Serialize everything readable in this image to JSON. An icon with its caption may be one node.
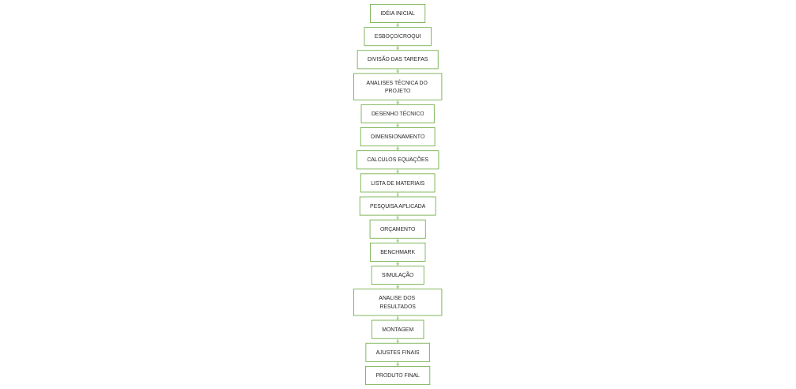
{
  "diagram": {
    "nodes": [
      {
        "text": [
          "IDÉIA INICIAL"
        ]
      },
      {
        "text": [
          "ESBOÇO/CROQUI"
        ]
      },
      {
        "text": [
          "DIVISÃO DAS TAREFAS"
        ]
      },
      {
        "text": [
          "ANALISES TÉCNICA DO PROJETO"
        ]
      },
      {
        "text": [
          "DESENHO TÉCNICO"
        ]
      },
      {
        "text": [
          "DIMENSIONAMENTO"
        ]
      },
      {
        "text": [
          "CALCULOS EQUAÇÕES"
        ]
      },
      {
        "text": [
          "LISTA DE MATERIAIS"
        ]
      },
      {
        "text": [
          "PESQUISA APLICADA"
        ]
      },
      {
        "text": [
          "ORÇAMENTO"
        ]
      },
      {
        "text": [
          "BENCHMARK"
        ]
      },
      {
        "text": [
          "SIMULAÇÃO"
        ]
      },
      {
        "text": [
          "ANALISE DOS RESULTADOS"
        ]
      },
      {
        "text": [
          "MONTAGEM"
        ]
      },
      {
        "text": [
          "AJUSTES FINAIS"
        ]
      },
      {
        "text": [
          "PRODUTO FINAL"
        ]
      }
    ],
    "edges": [
      {
        "from": 0,
        "to": 1,
        "arrow": "to"
      },
      {
        "from": 1,
        "to": 2,
        "arrow": "to"
      },
      {
        "from": 2,
        "to": 3,
        "arrow": "to"
      },
      {
        "from": 3,
        "to": 4,
        "arrow": "to"
      },
      {
        "from": 4,
        "to": 5,
        "arrow": "to"
      },
      {
        "from": 5,
        "to": 6,
        "arrow": "to"
      },
      {
        "from": 6,
        "to": 7,
        "arrow": "to"
      },
      {
        "from": 7,
        "to": 8,
        "arrow": "to"
      },
      {
        "from": 8,
        "to": 9,
        "arrow": "to"
      },
      {
        "from": 9,
        "to": 10,
        "arrow": "to"
      },
      {
        "from": 10,
        "to": 11,
        "arrow": "to"
      },
      {
        "from": 11,
        "to": 12,
        "arrow": "to"
      },
      {
        "from": 12,
        "to": 13,
        "arrow": "to"
      },
      {
        "from": 13,
        "to": 14,
        "arrow": "to"
      },
      {
        "from": 14,
        "to": 15,
        "arrow": "to"
      }
    ]
  }
}
